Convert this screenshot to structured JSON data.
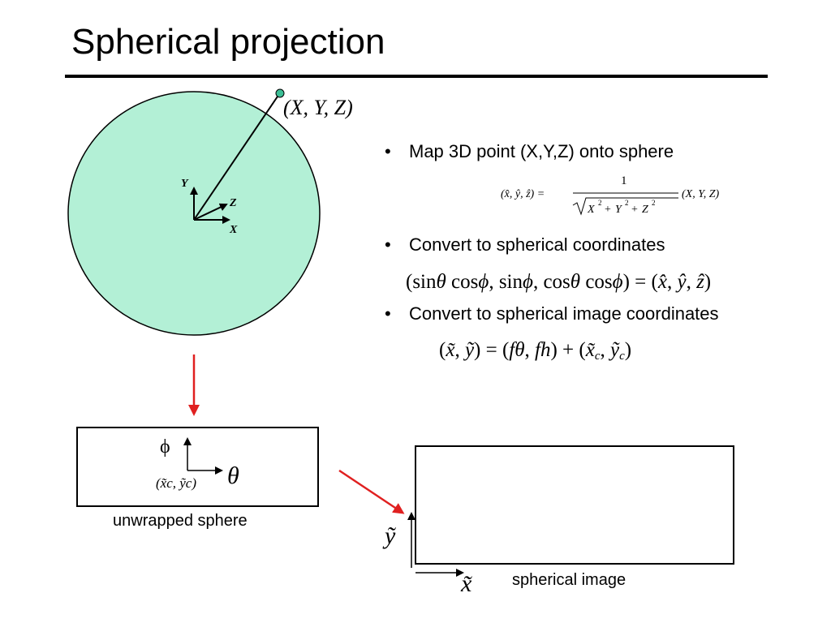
{
  "slide": {
    "title": "Spherical projection",
    "bullets": [
      "Map 3D point (X,Y,Z) onto sphere",
      "Convert to spherical coordinates",
      "Convert to spherical image coordinates"
    ],
    "point_label": "(X, Y, Z)",
    "axis_labels": {
      "y": "Y",
      "z": "Z",
      "x": "X"
    },
    "unwrapped_labels": {
      "phi": "ϕ",
      "theta": "θ",
      "center": "(x̃c, ỹc)"
    },
    "image_axis_labels": {
      "x": "x̃",
      "y": "ỹ"
    },
    "captions": {
      "unwrapped": "unwrapped sphere",
      "image": "spherical image"
    }
  },
  "colors": {
    "sphere_fill": "#b3f0d6",
    "point": "#3cbf96",
    "arrow": "#e02020"
  }
}
